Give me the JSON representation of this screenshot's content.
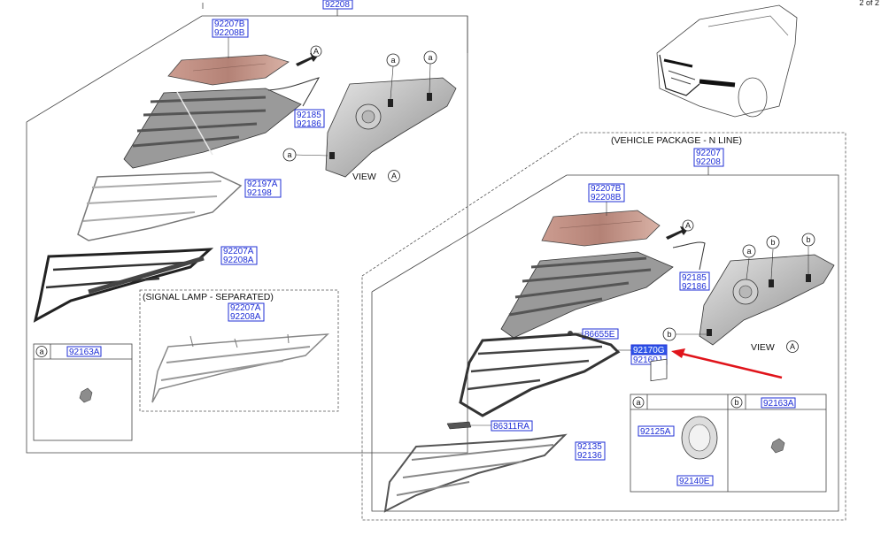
{
  "page_indicator": "2 of 2",
  "colors": {
    "label": "#1f2fd6",
    "highlight": "#2f55e8",
    "arrow": "#e0141b"
  },
  "view_label": "VIEW",
  "circle_a": "a",
  "circle_b": "b",
  "circle_A": "A",
  "left_group": {
    "top_code": "92208",
    "upper_cover": [
      "92207B",
      "92208B"
    ],
    "harness": [
      "92185",
      "92186"
    ],
    "chrome_frame": [
      "92197A",
      "92198"
    ],
    "dark_frame": [
      "92207A",
      "92208A"
    ],
    "signal_caption": "(SIGNAL LAMP - SEPARATED)",
    "signal_codes": [
      "92207A",
      "92208A"
    ],
    "table_a_code": "92163A"
  },
  "right_group": {
    "caption": "(VEHICLE PACKAGE - N LINE)",
    "top_codes": [
      "92207",
      "92208"
    ],
    "upper_cover": [
      "92207B",
      "92208B"
    ],
    "harness": [
      "92185",
      "92186"
    ],
    "clip_code": "86655E",
    "highlighted": [
      "92170G",
      "92160J"
    ],
    "strip_code": "86311RA",
    "bottom_frame": [
      "92135",
      "92136"
    ],
    "table_a_codes": [
      "92125A",
      "92140E"
    ],
    "table_b_code": "92163A"
  }
}
